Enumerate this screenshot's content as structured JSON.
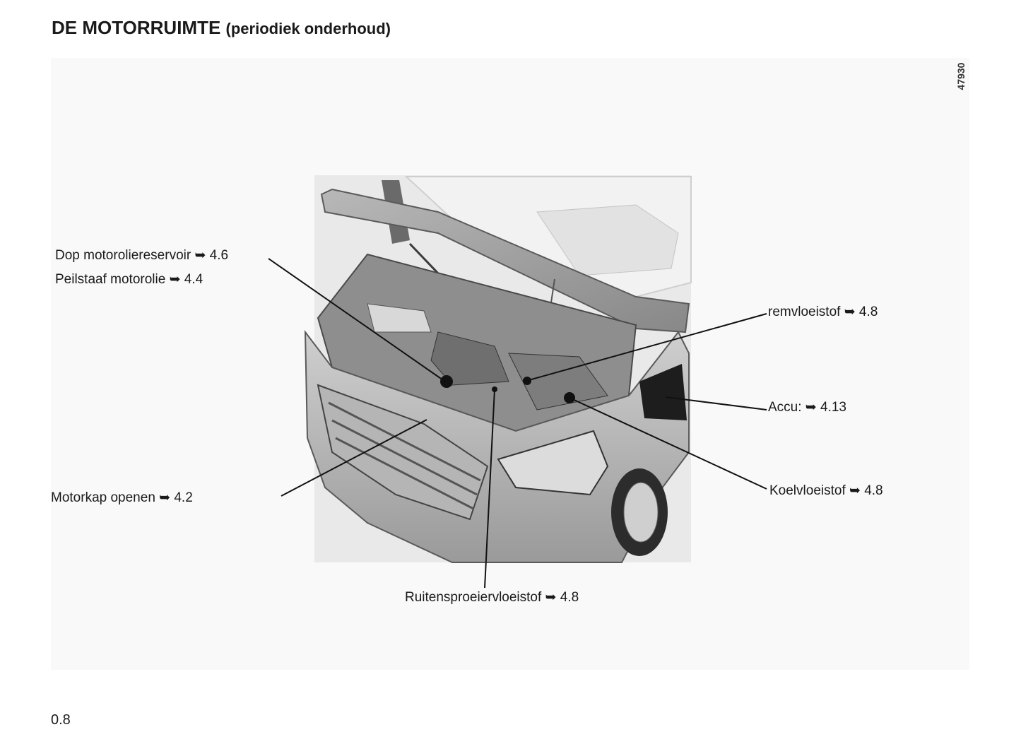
{
  "header": {
    "title_main": "DE MOTORRUIMTE",
    "title_sub": "(periodiek onderhoud)"
  },
  "figure": {
    "code": "47930",
    "labels": {
      "oil_cap": "Dop motorolie­reservoir ➥ 4.6",
      "dipstick": "Peilstaaf motorolie ➥ 4.4",
      "bonnet": "Motorkap openen ➥ 4.2",
      "washer": "Ruitensproeiervloeistof ➥ 4.8",
      "brake": "remvloeistof ➥ 4.8",
      "battery": "Accu: ➥ 4.13",
      "coolant": "Koelvloeistof ➥ 4.8"
    }
  },
  "footer": {
    "page_number": "0.8"
  }
}
